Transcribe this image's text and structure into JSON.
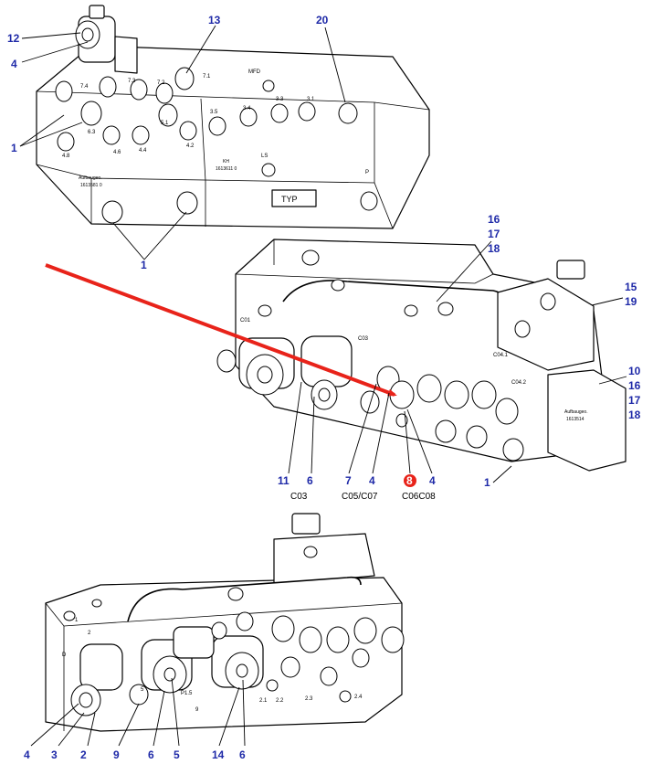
{
  "callouts": {
    "top": {
      "c12": "12",
      "c4": "4",
      "c13": "13",
      "c20": "20",
      "c1a": "1",
      "c1b": "1"
    },
    "middle": {
      "c16": "16",
      "c17": "17",
      "c18": "18",
      "c15": "15",
      "c19": "19",
      "c10": "10",
      "c16b": "16",
      "c17b": "17",
      "c18b": "18",
      "c11": "11",
      "c6": "6",
      "c7": "7",
      "c4a": "4",
      "c8": "8",
      "c4b": "4",
      "c1": "1"
    },
    "bottom": {
      "c4": "4",
      "c3": "3",
      "c2": "2",
      "c9": "9",
      "c6a": "6",
      "c5": "5",
      "c14": "14",
      "c6b": "6"
    }
  },
  "codes": {
    "c03": "C03",
    "c05c07": "C05/C07",
    "c06c08": "C06C08"
  },
  "block_labels": {
    "top": {
      "port_71": "7.1",
      "port_74": "7.4",
      "port_72": "7.2",
      "port_73": "7.3",
      "port_63": "6.3",
      "port_51": "5.1",
      "port_48": "4.8",
      "port_46": "4.6",
      "port_44": "4.4",
      "port_42": "4.2",
      "port_35": "3.5",
      "port_34": "3.4",
      "port_33": "3.3",
      "port_31": "3.1",
      "port_ls": "LS",
      "port_mfd": "MFD",
      "port_p": "P",
      "plate_left_1": "Aufbaugeo.",
      "plate_left_2": "1613581 0",
      "plate_mid_1": "KH",
      "plate_mid_2": "1613611 0",
      "typ": "TYP"
    },
    "middle": {
      "c01": "C01",
      "c03": "C03",
      "c04": "C04.1",
      "c04b": "C04.2",
      "plate_1": "Aufbaugeo.",
      "plate_2": "1613514"
    },
    "bottom": {
      "c1": "1",
      "c2": "2",
      "c5": "5",
      "c9": "9",
      "d": "D",
      "p21": "2.1",
      "p22": "2.2",
      "p23": "2.3",
      "p24": "2.4",
      "p15": "P1.5"
    }
  },
  "colors": {
    "callout": "#1f2aa8",
    "arrow": "#e8231a",
    "highlight": "#e8231a",
    "line": "#000000"
  }
}
